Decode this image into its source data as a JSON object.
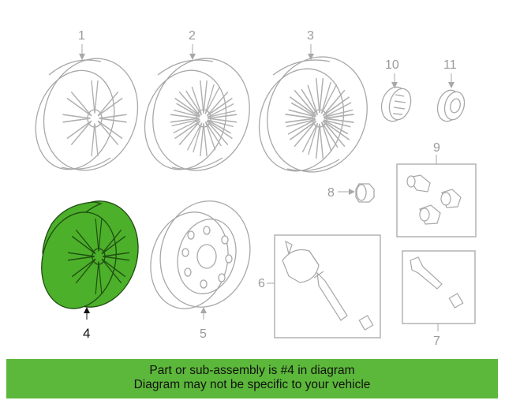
{
  "diagram": {
    "callouts": [
      {
        "id": "1",
        "label": "1"
      },
      {
        "id": "2",
        "label": "2"
      },
      {
        "id": "3",
        "label": "3"
      },
      {
        "id": "4",
        "label": "4"
      },
      {
        "id": "5",
        "label": "5"
      },
      {
        "id": "6",
        "label": "6"
      },
      {
        "id": "7",
        "label": "7"
      },
      {
        "id": "8",
        "label": "8"
      },
      {
        "id": "9",
        "label": "9"
      },
      {
        "id": "10",
        "label": "10"
      },
      {
        "id": "11",
        "label": "11"
      }
    ],
    "highlighted_part": "4",
    "colors": {
      "line": "#a8a8a8",
      "highlight": "#4cb02a",
      "highlight_outline": "#1f4d12",
      "banner": "#5cb83a"
    }
  },
  "banner": {
    "line1": "Part or sub-assembly is #4 in diagram",
    "line2": "Diagram may not be specific to your vehicle"
  }
}
